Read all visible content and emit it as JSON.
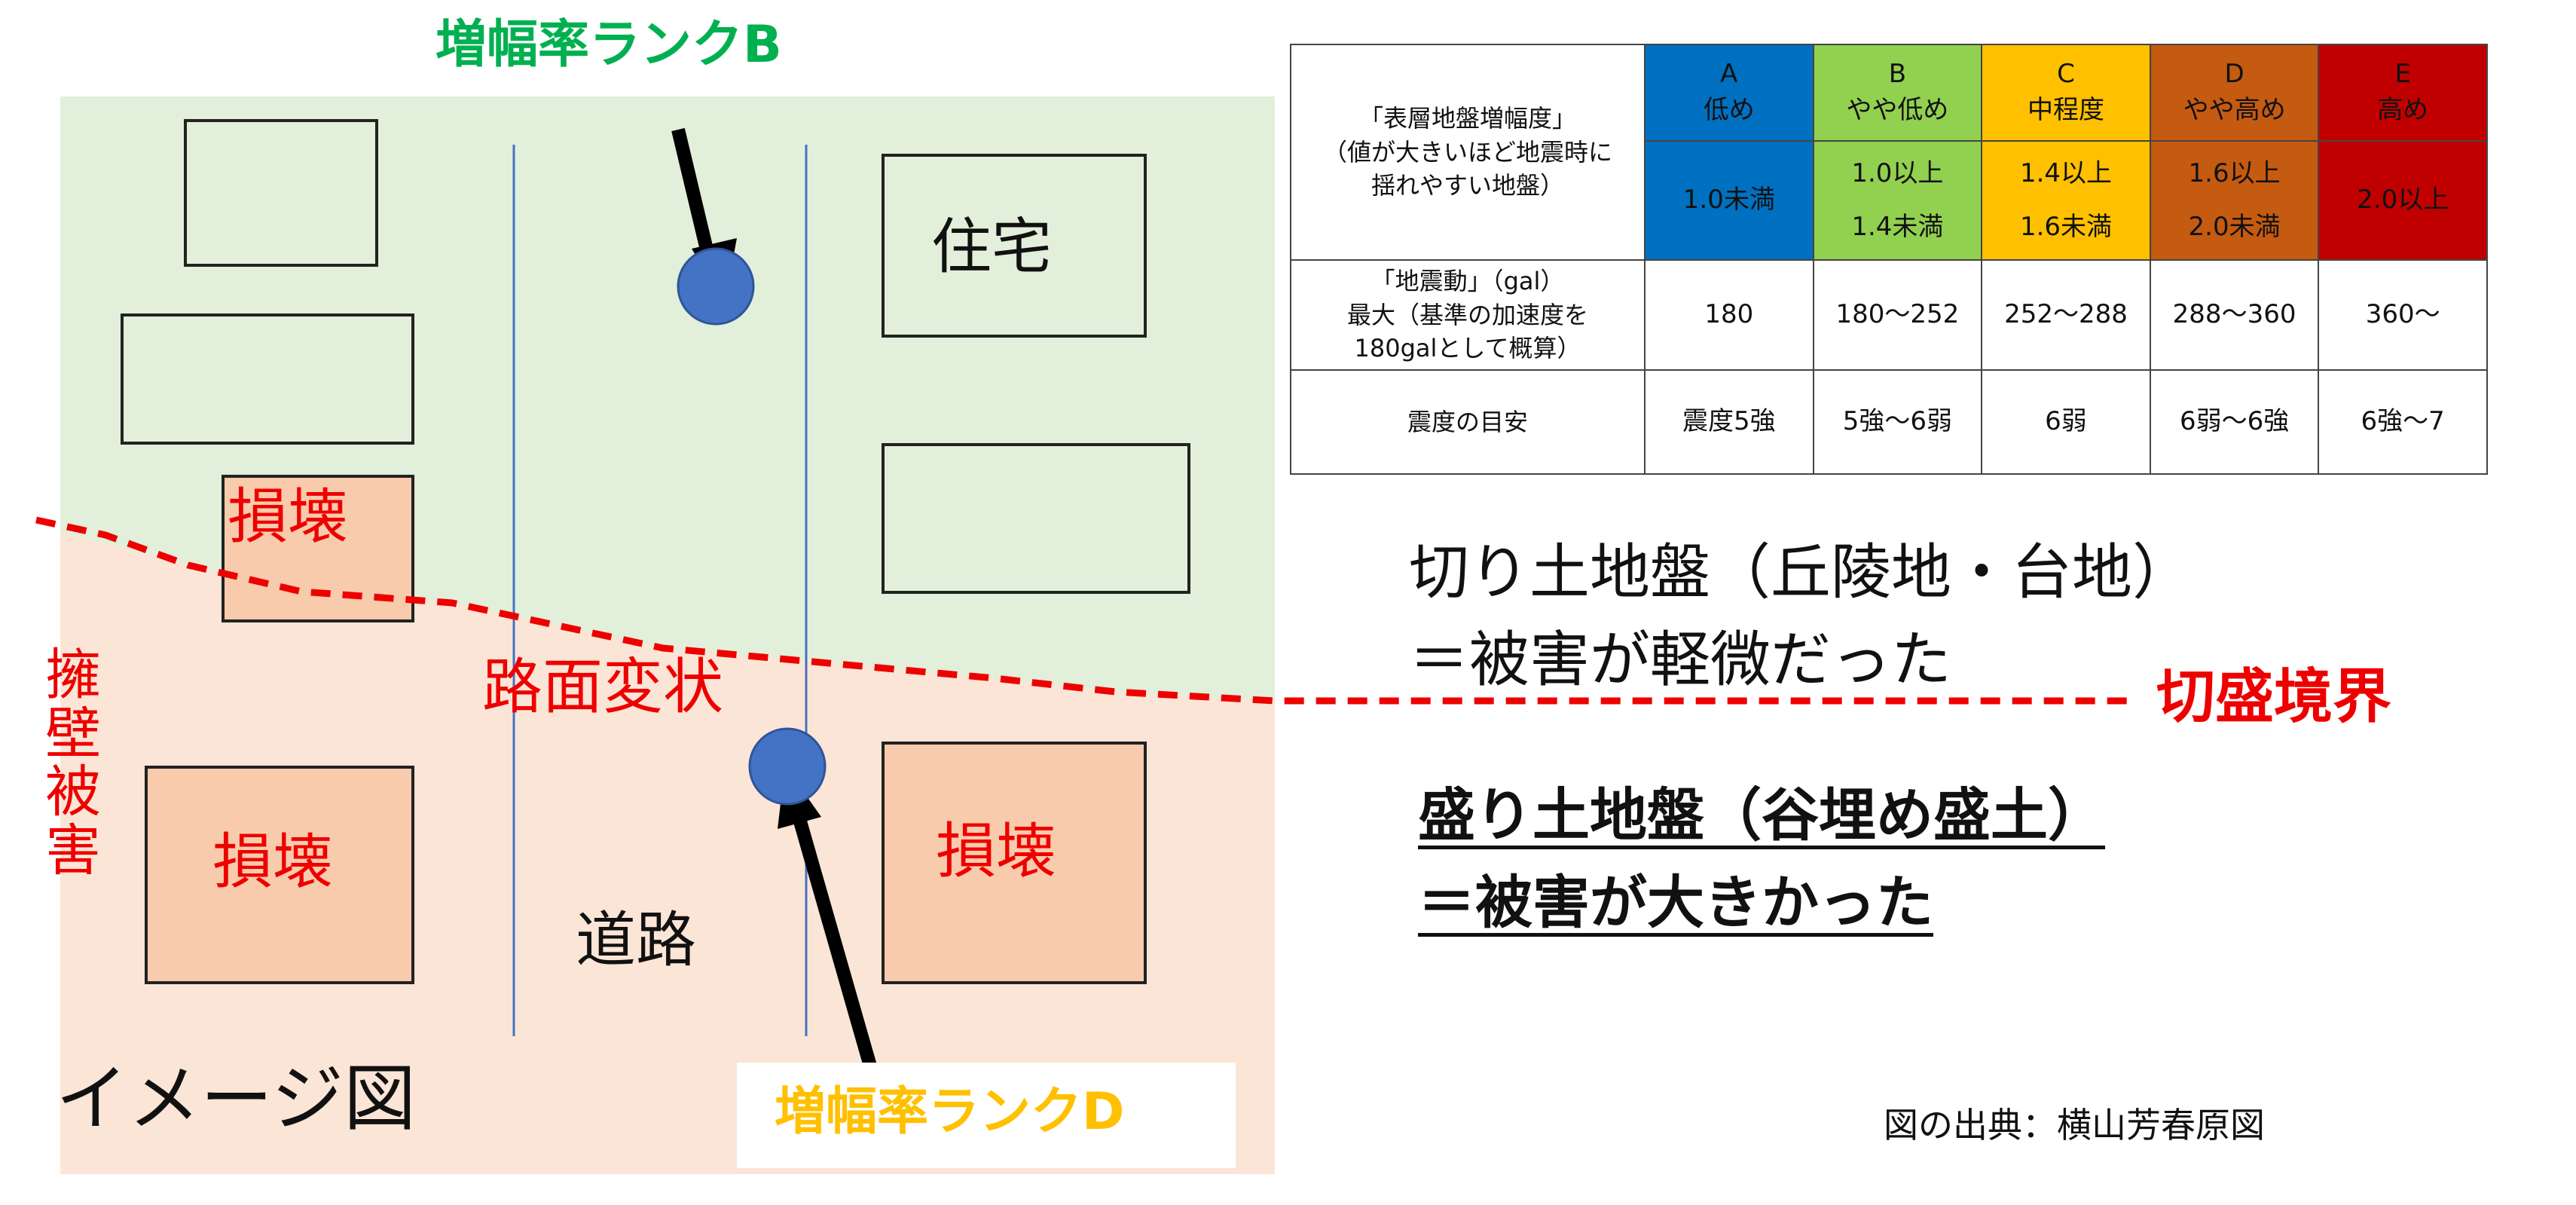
{
  "labels": {
    "rank_b": "増幅率ランクB",
    "rank_d": "増幅率ランクD",
    "house": "住宅",
    "damage1": "損壊",
    "damage2": "損壊",
    "damage3": "損壊",
    "retaining": [
      "擁",
      "壁",
      "被",
      "害"
    ],
    "road_deform": "路面変状",
    "road": "道路",
    "image_fig": "イメージ図",
    "boundary": "切盛境界",
    "cut_line1": "切り土地盤（丘陵地・台地）",
    "cut_line2": "＝被害が軽微だった",
    "fill_line1": "盛り土地盤（谷埋め盛土）",
    "fill_line2": "＝被害が大きかった",
    "source": "図の出典：横山芳春原図"
  },
  "colors": {
    "cut_zone": "#e2efda",
    "fill_zone": "#fbe5d6",
    "damaged_house": "#f8cbad",
    "boundary_red": "#ee0000",
    "rank_b_green": "#00b050",
    "rank_d_gold": "#ffc000",
    "marker_blue": "#4472c4",
    "road_line": "#4472c4",
    "col_a": "#0070c0",
    "col_b": "#92d050",
    "col_c": "#ffc000",
    "col_d": "#c55a11",
    "col_e": "#c00000"
  },
  "icons": {
    "marker": "blue-circle-marker",
    "arrow": "black-arrow"
  },
  "table": {
    "amp_label": [
      "「表層地盤増幅度」",
      "（値が大きいほど地震時に",
      "揺れやすい地盤）"
    ],
    "columns": [
      {
        "letter": "A",
        "name": "低め",
        "range1": "1.0未満",
        "range2": "",
        "gal": "180",
        "intensity": "震度5強"
      },
      {
        "letter": "B",
        "name": "やや低め",
        "range1": "1.0以上",
        "range2": "1.4未満",
        "gal": "180～252",
        "intensity": "5強～6弱"
      },
      {
        "letter": "C",
        "name": "中程度",
        "range1": "1.4以上",
        "range2": "1.6未満",
        "gal": "252～288",
        "intensity": "6弱"
      },
      {
        "letter": "D",
        "name": "やや高め",
        "range1": "1.6以上",
        "range2": "2.0未満",
        "gal": "288～360",
        "intensity": "6弱～6強"
      },
      {
        "letter": "E",
        "name": "高め",
        "range1": "2.0以上",
        "range2": "",
        "gal": "360～",
        "intensity": "6強～7"
      }
    ],
    "gal_label": [
      "「地震動」（gal）",
      "最大（基準の加速度を",
      "180galとして概算）"
    ],
    "intensity_label": "震度の目安"
  }
}
